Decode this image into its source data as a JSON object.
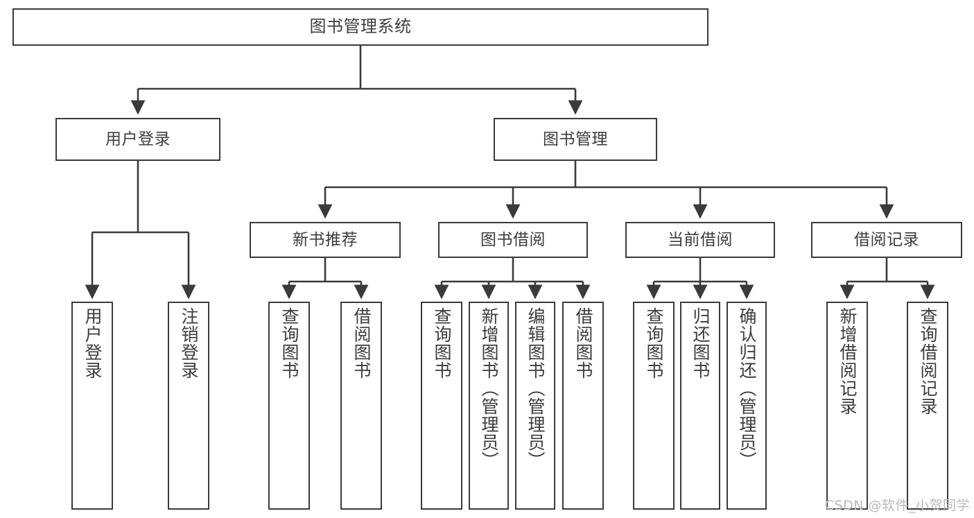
{
  "diagram": {
    "title": "图书管理系统",
    "type": "tree-hierarchy-chart",
    "stroke_color": "#3a3a3a",
    "text_color": "#3c3c3c",
    "background_color": "#ffffff"
  },
  "watermark": {
    "text": "CSDN @软件_小贺同学",
    "color": "#b9b9b9"
  },
  "nodes": {
    "root": {
      "label": "图书管理系统"
    },
    "level2": [
      {
        "label": "用户登录"
      },
      {
        "label": "图书管理"
      }
    ],
    "level3": [
      {
        "label": "新书推荐"
      },
      {
        "label": "图书借阅"
      },
      {
        "label": "当前借阅"
      },
      {
        "label": "借阅记录"
      }
    ],
    "leaves": {
      "user_login": [
        {
          "label": "用户登录"
        },
        {
          "label": "注销登录"
        }
      ],
      "new_book_recommend": [
        {
          "label": "查询图书"
        },
        {
          "label": "借阅图书"
        }
      ],
      "book_borrow": [
        {
          "label": "查询图书"
        },
        {
          "label": "新增图书（管理员）"
        },
        {
          "label": "编辑图书（管理员）"
        },
        {
          "label": "借阅图书"
        }
      ],
      "current_borrow": [
        {
          "label": "查询图书"
        },
        {
          "label": "归还图书"
        },
        {
          "label": "确认归还（管理员）"
        }
      ],
      "borrow_record": [
        {
          "label": "新增借阅记录"
        },
        {
          "label": "查询借阅记录"
        }
      ]
    }
  }
}
